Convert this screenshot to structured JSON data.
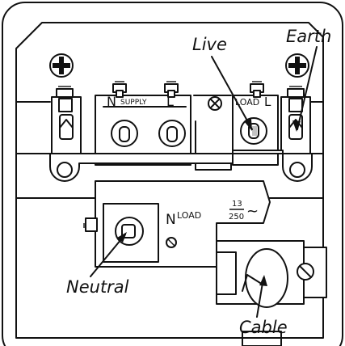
{
  "labels": {
    "live": "Live",
    "earth": "Earth",
    "neutral": "Neutral",
    "cable": "Cable"
  },
  "terminal_marks": {
    "supply_n": "N",
    "supply_word": "SUPPLY",
    "supply_l": "L",
    "load_word_top": "LOAD",
    "load_l": "L",
    "lower_n": "N",
    "lower_load": "LOAD"
  },
  "rating": {
    "numerator": "13",
    "denominator": "250",
    "ac_symbol": "~"
  },
  "colors": {
    "line": "#111111",
    "background": "#ffffff"
  }
}
